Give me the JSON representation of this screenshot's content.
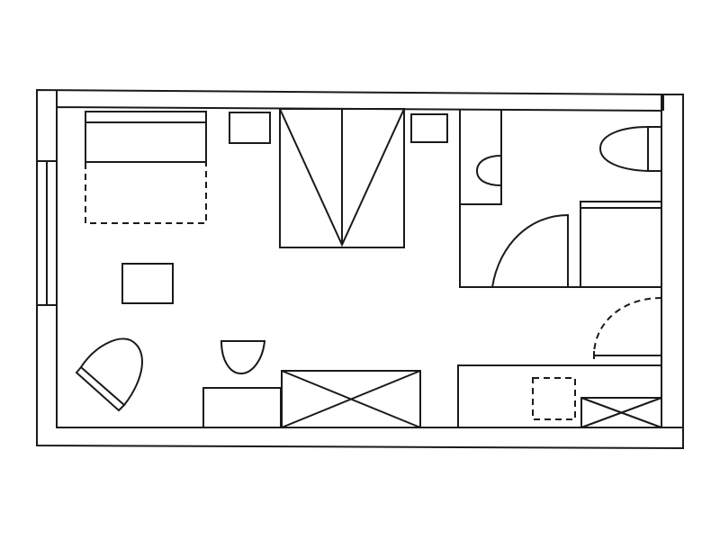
{
  "diagram": {
    "type": "floor-plan",
    "colors": {
      "line": "#1a1a1a",
      "background": "#ffffff"
    },
    "rooms": [
      "living-sleeping-area",
      "bathroom",
      "kitchenette"
    ],
    "furniture": [
      "bed",
      "nightstand",
      "nightstand",
      "wardrobe",
      "table",
      "armchair",
      "desk-chair",
      "desk",
      "sideboard",
      "toilet",
      "washbasin",
      "shower",
      "kitchen-counter",
      "stove"
    ]
  }
}
